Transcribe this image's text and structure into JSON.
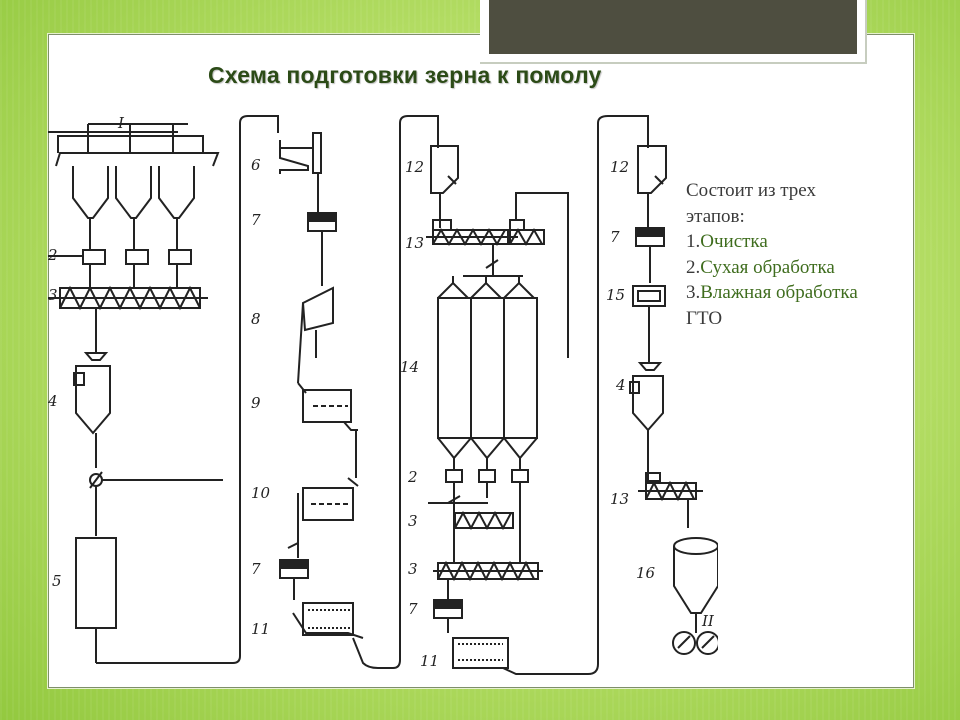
{
  "slide": {
    "title": "Схема подготовки зерна к помолу"
  },
  "description": {
    "intro_line1": "Состоит из трех",
    "intro_line2": "этапов:",
    "items": [
      {
        "num": "1.",
        "text": "Очистка"
      },
      {
        "num": "2.",
        "text": "Сухая обработка"
      },
      {
        "num": "3.",
        "text": "Влажная обработка"
      }
    ],
    "footer": "ГТО"
  },
  "diagram_labels": {
    "input": "I",
    "output": "II",
    "c1_2": "2",
    "c1_3": "3",
    "c1_4": "4",
    "c1_5": "5",
    "c2_6": "6",
    "c2_7a": "7",
    "c2_8": "8",
    "c2_9": "9",
    "c2_10": "10",
    "c2_7b": "7",
    "c2_11": "11",
    "c3_12": "12",
    "c3_13": "13",
    "c3_14": "14",
    "c3_2": "2",
    "c3_3a": "3",
    "c3_3b": "3",
    "c3_7": "7",
    "c3_11": "11",
    "c4_12": "12",
    "c4_7": "7",
    "c4_15": "15",
    "c4_4": "4",
    "c4_13": "13",
    "c4_16": "16"
  },
  "colors": {
    "background": "#b9e06a",
    "title": "#2c4b17",
    "list_accent": "#3f6d1e",
    "title_box": "#4e4e40"
  }
}
